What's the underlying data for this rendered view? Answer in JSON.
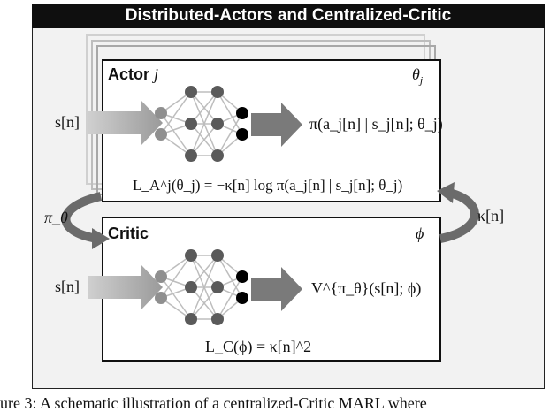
{
  "title": "Distributed-Actors and Centralized-Critic",
  "actor": {
    "label": "Actor",
    "index": "j",
    "param": "θ",
    "param_sub": "j"
  },
  "critic": {
    "label": "Critic",
    "param": "ϕ"
  },
  "equations": {
    "actor_input": "s[n]",
    "actor_output": "π(a_j[n] | s_j[n]; θ_j)",
    "actor_loss": "L_A^j(θ_j) = −κ[n] log π(a_j[n] | s_j[n]; θ_j)",
    "critic_input": "s[n]",
    "critic_output": "V^{π_θ}(s[n]; ϕ)",
    "critic_loss": "L_C(ϕ) = κ[n]^2",
    "policy_feedback": "π_θ",
    "kappa_feedback": "κ[n]"
  },
  "caption": "ure 3: A schematic illustration of a centralized-Critic MARL where"
}
